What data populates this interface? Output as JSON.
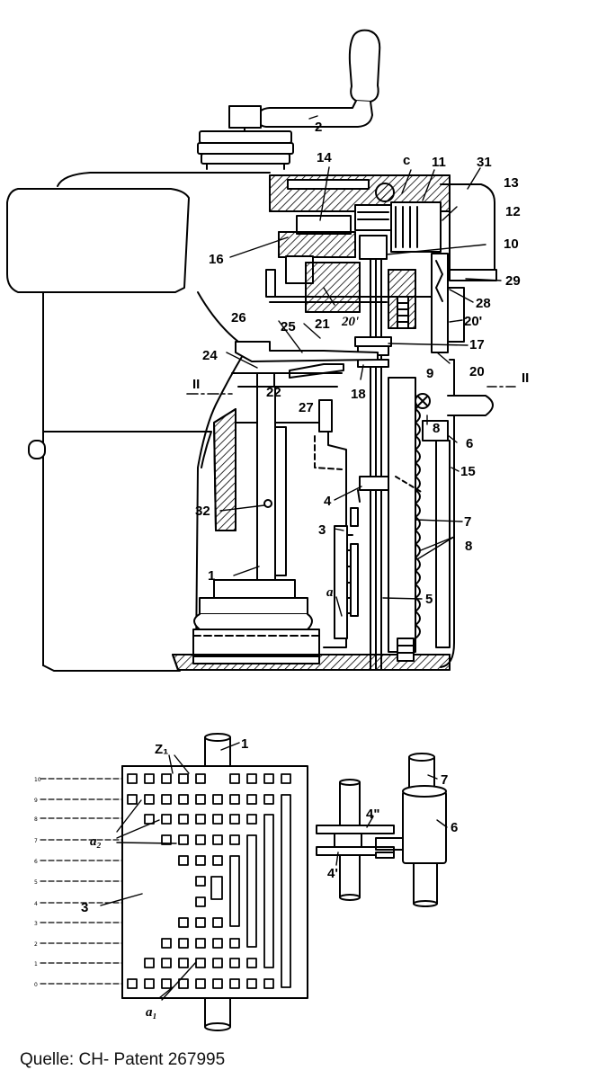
{
  "caption": "Quelle: CH- Patent 267995",
  "labels": {
    "l2": "2",
    "l14": "14",
    "lc": "c",
    "l11": "11",
    "l31": "31",
    "l13": "13",
    "l12": "12",
    "l16": "16",
    "l10": "10",
    "l29": "29",
    "l28": "28",
    "l21": "21",
    "l20i": "20'",
    "l20p": "20'",
    "l26": "26",
    "l25": "25",
    "l17": "17",
    "l24": "24",
    "l18": "18",
    "l20": "20",
    "lII_l": "II",
    "l22": "22",
    "l9": "9",
    "lII_r": "II",
    "l27": "27",
    "l6": "6",
    "l8a": "8",
    "l15": "15",
    "l4": "4",
    "l32": "32",
    "l3": "3",
    "l7": "7",
    "l8b": "8",
    "l1": "1",
    "la": "a",
    "l5": "5",
    "b_z1": "Z₁",
    "b_1": "1",
    "b_7": "7",
    "b_4pp": "4\"",
    "b_6": "6",
    "b_a2": "a₂",
    "b_3": "3",
    "b_4p": "4'",
    "b_a1": "a₁"
  },
  "scale_numbers": [
    "10",
    "9",
    "8",
    "7",
    "6",
    "5",
    "4",
    "3",
    "2",
    "1",
    "0"
  ]
}
